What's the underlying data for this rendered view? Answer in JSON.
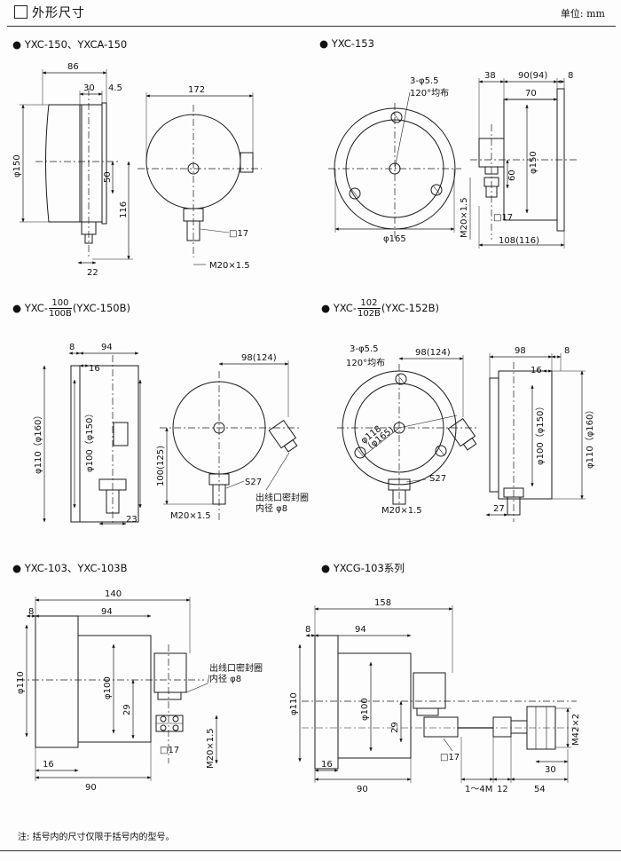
{
  "header": {
    "title": "外形尺寸",
    "unit": "单位: mm"
  },
  "diagrams": {
    "d1": {
      "label": "YXC-150、YXCA-150",
      "dims": {
        "a": "86",
        "b": "30",
        "c": "4.5",
        "d": "172",
        "e": "φ150",
        "f": "50",
        "g": "116",
        "h": "22",
        "sq": "□17",
        "thread": "M20×1.5"
      }
    },
    "d2": {
      "label": "YXC-153",
      "dims": {
        "holes": "3-φ5.5",
        "angle": "120°均布",
        "a": "38",
        "b": "90(94)",
        "c": "8",
        "d": "70",
        "e": "φ150",
        "f": "60",
        "g": "M20×1.5",
        "sq": "□17",
        "h": "φ165",
        "i": "108(116)"
      }
    },
    "d3": {
      "prefix": "YXC-",
      "num": "100",
      "den": "100B",
      "suffix": "(YXC-150B)",
      "dims": {
        "a": "8",
        "b": "94",
        "c": "16",
        "d": "φ110（φ160）",
        "e": "φ100（φ150）",
        "f": "23",
        "g": "98(124)",
        "h": "100(125)",
        "hex": "S27",
        "thread": "M20×1.5",
        "seal1": "出线口密封圈",
        "seal2": "内径 φ8"
      }
    },
    "d4": {
      "prefix": "YXC-",
      "num": "102",
      "den": "102B",
      "suffix": "(YXC-152B)",
      "dims": {
        "holes": "3-φ5.5",
        "angle": "120°均布",
        "a": "98(124)",
        "b": "φ118",
        "c": "(φ165)",
        "hex": "S27",
        "thread": "M20×1.5",
        "d": "98",
        "e": "8",
        "f": "16",
        "g": "φ100（φ150）",
        "h": "φ110（φ160）",
        "i": "27"
      }
    },
    "d5": {
      "label": "YXC-103、YXC-103B",
      "dims": {
        "a": "140",
        "b": "8",
        "c": "94",
        "d": "φ110",
        "e": "φ100",
        "f": "29",
        "g": "□17",
        "h": "M20×1.5",
        "i": "16",
        "j": "90",
        "seal1": "出线口密封圈",
        "seal2": "内径 φ8"
      }
    },
    "d6": {
      "label": "YXCG-103系列",
      "dims": {
        "a": "158",
        "b": "8",
        "c": "94",
        "d": "φ110",
        "e": "φ100",
        "f": "29",
        "g": "□17",
        "h": "16",
        "i": "90",
        "j": "1～4M",
        "k": "12",
        "l": "54",
        "m": "30",
        "n": "M42×2"
      }
    }
  },
  "footnote": "注: 括号内的尺寸仅限于括号内的型号。",
  "colors": {
    "line": "#1a1a1a",
    "bg": "#fdfdfd"
  }
}
